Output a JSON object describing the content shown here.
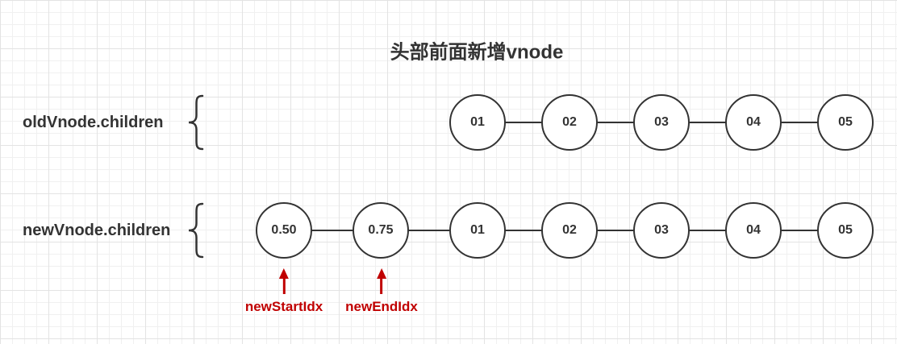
{
  "title": "头部前面新增vnode",
  "rows": [
    {
      "label": "oldVnode.children",
      "nodes": [
        "01",
        "02",
        "03",
        "04",
        "05"
      ]
    },
    {
      "label": "newVnode.children",
      "nodes": [
        "0.50",
        "0.75",
        "01",
        "02",
        "03",
        "04",
        "05"
      ]
    }
  ],
  "pointers": [
    {
      "label": "newStartIdx"
    },
    {
      "label": "newEndIdx"
    }
  ],
  "icons": {
    "brace": "curly-brace-left",
    "pointer_arrow": "arrow-up"
  },
  "colors": {
    "stroke": "#333333",
    "red": "#c00000",
    "grid_minor": "#f0f0f0",
    "grid_major": "#e3e3e3"
  }
}
